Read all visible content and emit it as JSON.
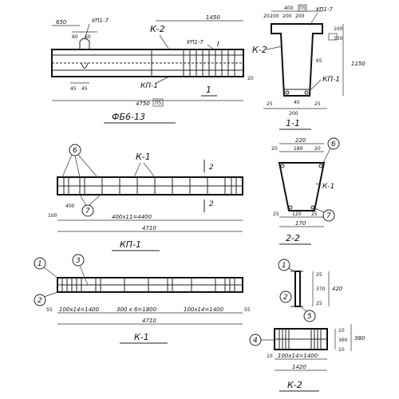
{
  "top": {
    "dims": {
      "d650": "650",
      "d1450": "1450",
      "d60a": "60",
      "d60b": "60",
      "d45a": "45",
      "d45b": "45",
      "d4750": "4750",
      "d20": "20"
    },
    "labels": {
      "upl7a": "УП1-7",
      "upl7b": "УП1-7",
      "k2": "К-2",
      "kp1": "КП-1",
      "sec1": "1"
    },
    "note_box": "П5",
    "title": "ФБ6-13"
  },
  "sec11": {
    "dims": {
      "d400": "400",
      "d200a": "200",
      "d200b": "200",
      "d200c": "200",
      "d20": "20",
      "d150": "150",
      "d100": "100",
      "d1150": "1150",
      "d65": "65",
      "d40": "40",
      "d25a": "25",
      "d25b": "25",
      "d200d": "200"
    },
    "labels": {
      "upl7": "УП1-7",
      "k2": "К-2",
      "kp1": "КП-1"
    },
    "note_box": "П5",
    "title": "1-1"
  },
  "kp1": {
    "labels": {
      "k1": "К-1",
      "m6": "6",
      "m7": "7",
      "sec2": "2"
    },
    "dims": {
      "d400": "400",
      "d100": "100",
      "span": "400х11=4400",
      "total": "4710",
      "d2": "2"
    },
    "title": "КП-1"
  },
  "sec22": {
    "dims": {
      "d220": "220",
      "d20a": "20",
      "d180": "180",
      "d20b": "20",
      "d25a": "25",
      "d120": "120",
      "d25b": "25",
      "d170": "170"
    },
    "labels": {
      "m6": "6",
      "k1": "К-1",
      "m7": "7"
    },
    "title": "2-2"
  },
  "k1": {
    "markers": {
      "m1": "1",
      "m2": "2",
      "m3": "3"
    },
    "dims": {
      "d55a": "55",
      "s1": "100х14=1400",
      "s2": "300 х 6=1800",
      "s3": "100х14=1400",
      "d55b": "55",
      "total": "4710"
    },
    "title": "К-1"
  },
  "k1sec": {
    "markers": {
      "m1": "1",
      "m2": "2",
      "m5": "5"
    },
    "dims": {
      "d25a": "25",
      "d370": "370",
      "d25b": "25",
      "d420": "420"
    }
  },
  "k2": {
    "markers": {
      "m4": "4"
    },
    "dims": {
      "d10a": "10",
      "d10b": "10",
      "d360": "360",
      "d380": "380",
      "span": "100х14=1400",
      "total": "1420",
      "d10c": "10"
    },
    "title": "К-2"
  }
}
